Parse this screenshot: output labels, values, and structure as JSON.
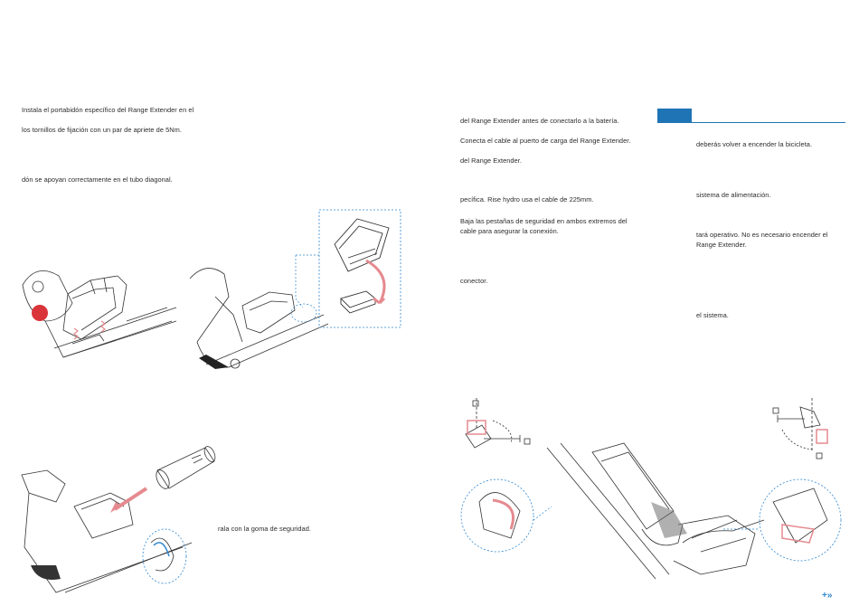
{
  "col1": {
    "p1_line1": "Instala el portabidón específico del Range Extender en el",
    "p1_line2": "los tornillos de fijación con un par de apriete de 5Nm.",
    "p2": "dón se apoyan correctamente en el tubo diagonal.",
    "p3": "rala con la goma de seguridad."
  },
  "col2": {
    "p1": "del Range Extender antes de conectarlo a la batería.",
    "p2": "Conecta el cable al puerto de carga del Range Extender.",
    "p3": "del Range Extender.",
    "p4": "pecífica. Rise hydro usa el cable de 225mm.",
    "p5_line1": "Baja las pestañas de seguridad en ambos extremos del",
    "p5_line2": "cable para asegurar la conexión.",
    "p6": "conector."
  },
  "col3": {
    "p1": "deberás volver a encender la bicicleta.",
    "p2": "sistema de alimentación.",
    "p3_line1": "tará operativo. No es necesario encender el",
    "p3_line2": "Range Extender.",
    "p4": "el sistema."
  },
  "colors": {
    "accent": "#1f74b6",
    "warning": "#d9343a",
    "highlight": "#e58a8f",
    "callout": "#2f87d0"
  },
  "icons": {
    "next_page": "double-chevron-right-icon"
  },
  "nav": {
    "next_glyph": "+»"
  }
}
